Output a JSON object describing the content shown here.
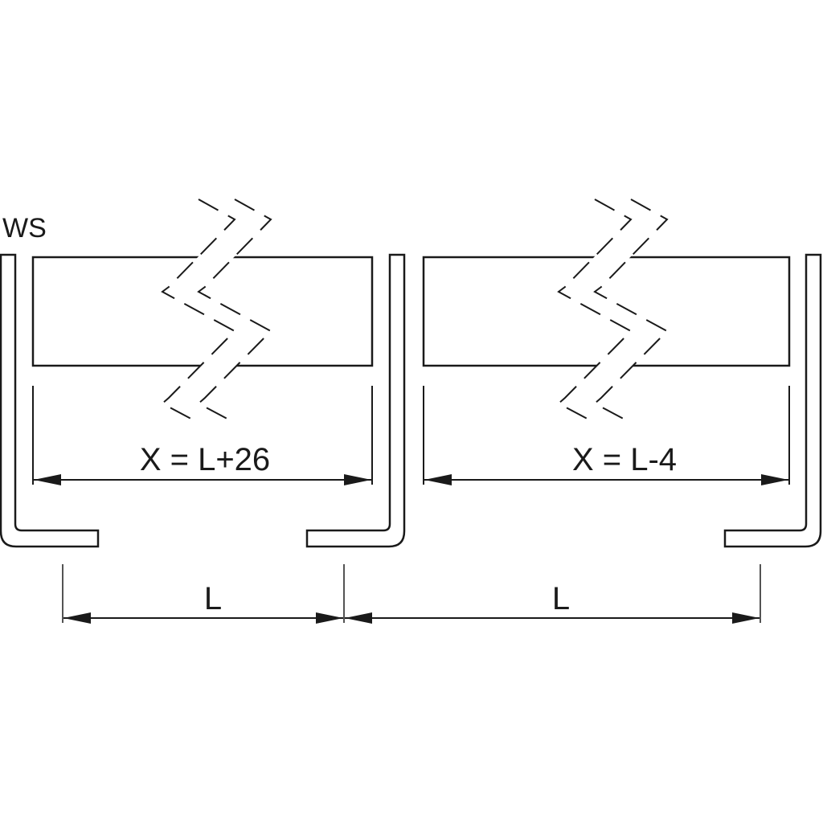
{
  "labels": {
    "ws": "WS",
    "left_width": "X = L+26",
    "right_width": "X = L-4",
    "left_spacing": "L",
    "right_spacing": "L"
  },
  "colors": {
    "line": "#1a1a1a",
    "background": "#ffffff"
  }
}
